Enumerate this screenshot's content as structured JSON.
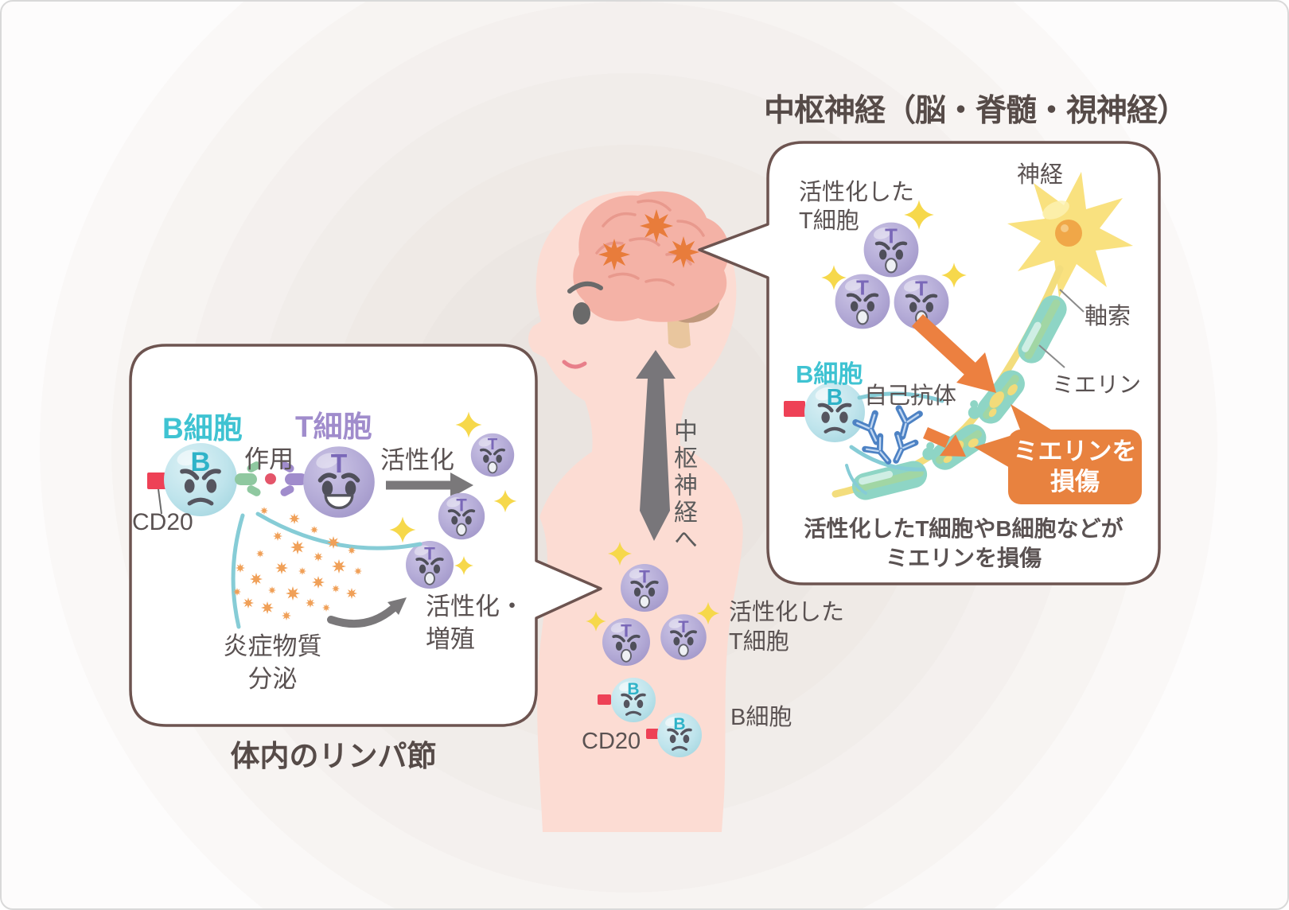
{
  "title": "中枢神経（脳・脊髄・視神経）",
  "letters": {
    "t": "T",
    "b": "B"
  },
  "center": {
    "to_cns": "中枢神経へ",
    "activated_t_line1": "活性化した",
    "activated_t_line2": "T細胞",
    "b_cell": "B細胞",
    "cd20": "CD20"
  },
  "lymph_panel": {
    "caption": "体内のリンパ節",
    "b_cell": "B細胞",
    "t_cell": "T細胞",
    "cd20": "CD20",
    "action": "作用",
    "activation": "活性化",
    "inflammation_line1": "炎症物質",
    "inflammation_line2": "分泌",
    "proliferation_line1": "活性化・",
    "proliferation_line2": "増殖"
  },
  "cns_panel": {
    "activated_t_line1": "活性化した",
    "activated_t_line2": "T細胞",
    "nerve": "神経",
    "axon": "軸索",
    "myelin": "ミエリン",
    "b_cell": "B細胞",
    "autoantibody": "自己抗体",
    "damage_line1": "ミエリンを",
    "damage_line2": "損傷",
    "caption_line1": "活性化したT細胞やB細胞などが",
    "caption_line2": "ミエリンを損傷"
  },
  "colors": {
    "accent_teal": "#3fc3d2",
    "accent_purple": "#a08ccc",
    "accent_orange": "#e8823f",
    "cd20_red": "#ee4156",
    "panel_border": "#6d5450",
    "text": "#5a5252",
    "skin": "#fcdcd3",
    "brain": "#f4b2a6",
    "myelin_teal": "#8ed5c5",
    "neuron_yellow": "#f9e17f",
    "sparkle_yellow": "#f6d84b"
  }
}
